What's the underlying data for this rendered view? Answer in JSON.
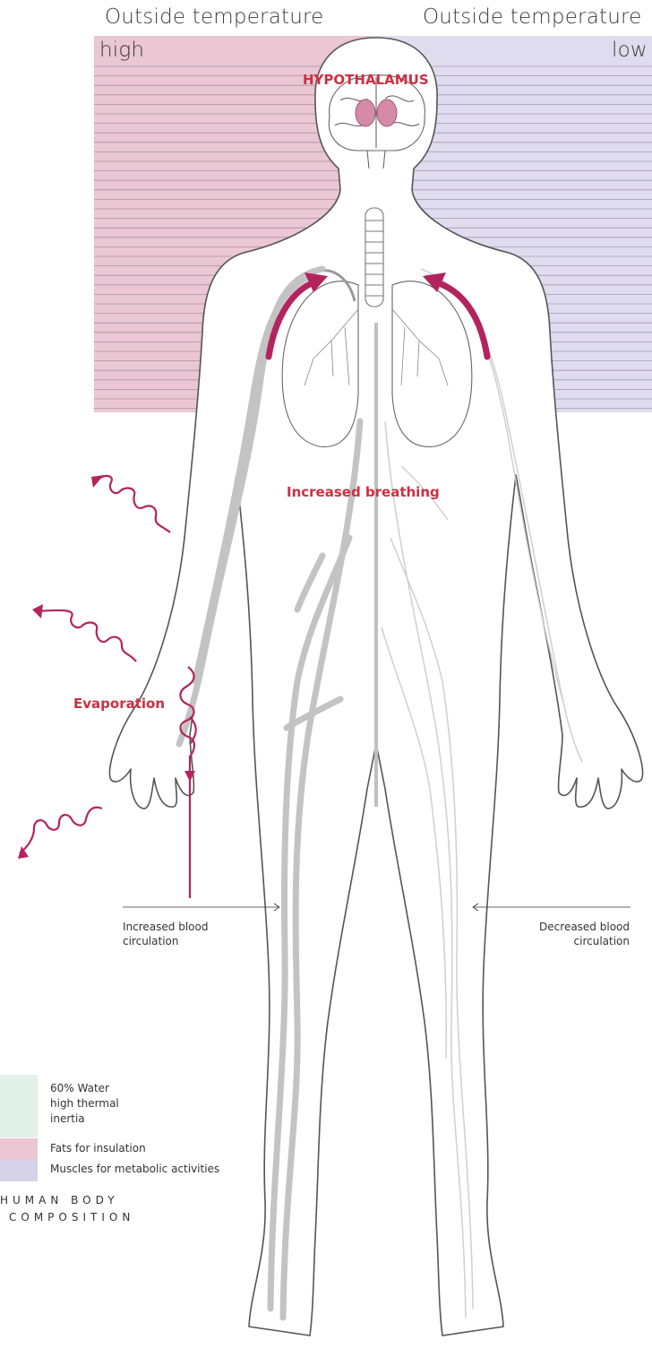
{
  "header": {
    "left_title": "Outside temperature",
    "left_sub": "high",
    "right_title": "Outside temperature",
    "right_sub": "low"
  },
  "labels": {
    "hypothalamus": "HYPOTHALAMUS",
    "breathing": "Increased breathing",
    "evaporation": "Evaporation",
    "increased_blood_1": "Increased blood",
    "increased_blood_2": "circulation",
    "decreased_blood_1": "Decreased blood",
    "decreased_blood_2": "circulation"
  },
  "legend": {
    "water_1": "60% Water",
    "water_2": "high thermal",
    "water_3": "inertia",
    "fats": "Fats for insulation",
    "muscles": "Muscles for metabolic activities",
    "caption_1": "HUMAN BODY",
    "caption_2": "COMPOSITION"
  },
  "colors": {
    "warm": "#ebc6d3",
    "cool": "#e0dcef",
    "water": "#e2f0ea",
    "accent": "#cc2f43",
    "arrow": "#b3245e",
    "vessel": "#bdbdbd",
    "outline": "#555555"
  }
}
